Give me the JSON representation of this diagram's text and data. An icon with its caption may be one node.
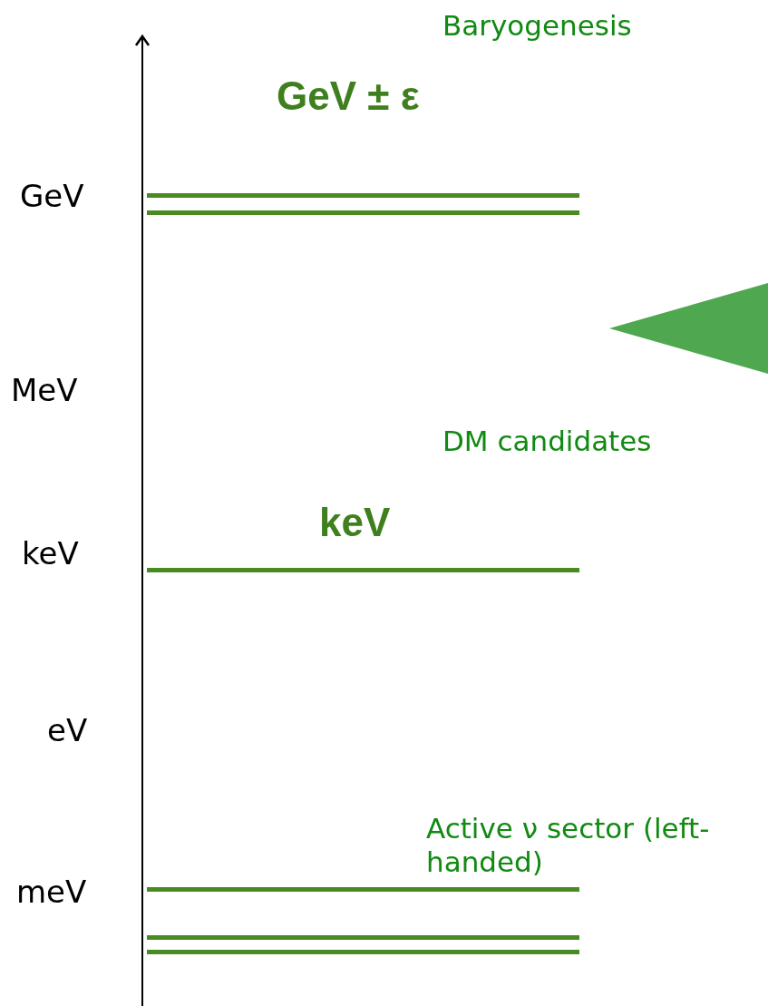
{
  "diagram": {
    "nodes": [
      {
        "text": [],
        "shape": "triangle"
      }
    ],
    "labels": [
      "Baryogenesis",
      "GeV ± ε",
      "GeV",
      "MeV",
      "DM candidates",
      "keV",
      "keV",
      "eV",
      "Active ν sector (left-handed)",
      "meV"
    ]
  }
}
